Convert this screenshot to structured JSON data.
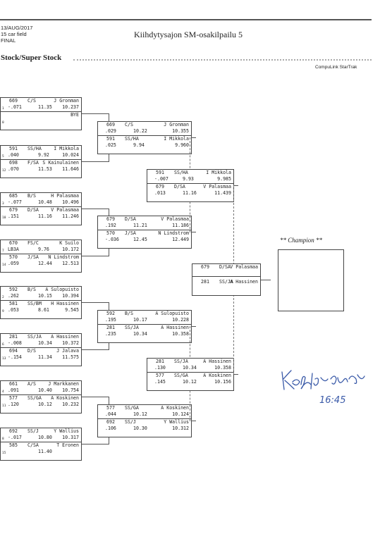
{
  "header": {
    "date": "13/AUG/2017",
    "field": "15 car field",
    "round": "FINAL",
    "event_title": "Kiihdytysajon SM-osakilpailu 5",
    "class_name": "Stock/Super Stock",
    "software": "CompuLink StarTrak"
  },
  "champion": {
    "label": "** Champion **"
  },
  "signature": {
    "text": "16:45"
  },
  "round1": [
    {
      "top": {
        "num": "669",
        "cls": "C/S",
        "name": "J Gronman",
        "lane": "1",
        "rt": "-.071",
        "et": "11.35",
        "mph": "10.237"
      },
      "bot": {
        "num": "",
        "cls": "",
        "name": "BYE",
        "lane": "0",
        "rt": "",
        "et": "",
        "mph": ""
      }
    },
    {
      "top": {
        "num": "591",
        "cls": "SS/HA",
        "name": "I Mikkola",
        "lane": "5",
        "rt": ".040",
        "et": "9.92",
        "mph": "10.024"
      },
      "bot": {
        "num": "698",
        "cls": "F/SA",
        "name": "S Kainulainen",
        "lane": "12",
        "rt": ".070",
        "et": "11.53",
        "mph": "11.646"
      }
    },
    {
      "top": {
        "num": "685",
        "cls": "B/S",
        "name": "H Palasmaa",
        "lane": "3",
        "rt": "-.077",
        "et": "10.48",
        "mph": "10.496"
      },
      "bot": {
        "num": "679",
        "cls": "D/SA",
        "name": "V Palasmaa",
        "lane": "10",
        "rt": ".151",
        "et": "11.16",
        "mph": "11.246"
      }
    },
    {
      "top": {
        "num": "670",
        "cls": "FS/C",
        "name": "K Suilo",
        "lane": "7",
        "rt": "LB3A",
        "et": "9.76",
        "mph": "10.172"
      },
      "bot": {
        "num": "570",
        "cls": "J/SA",
        "name": "N Lindstrom",
        "lane": "14",
        "rt": ".059",
        "et": "12.44",
        "mph": "12.513"
      }
    },
    {
      "top": {
        "num": "592",
        "cls": "B/S",
        "name": "A Sulopuisto",
        "lane": "2",
        "rt": ".262",
        "et": "10.15",
        "mph": "10.394"
      },
      "bot": {
        "num": "581",
        "cls": "SS/BM",
        "name": "H Hassinen",
        "lane": "9",
        "rt": ".053",
        "et": "8.61",
        "mph": "9.545"
      }
    },
    {
      "top": {
        "num": "281",
        "cls": "SS/JA",
        "name": "A Hassinen",
        "lane": "6",
        "rt": "-.008",
        "et": "10.34",
        "mph": "10.372"
      },
      "bot": {
        "num": "694",
        "cls": "D/S",
        "name": "J Jalava",
        "lane": "13",
        "rt": "-.154",
        "et": "11.34",
        "mph": "11.575"
      }
    },
    {
      "top": {
        "num": "661",
        "cls": "A/S",
        "name": "J Markkanen",
        "lane": "4",
        "rt": ".091",
        "et": "10.40",
        "mph": "10.754"
      },
      "bot": {
        "num": "577",
        "cls": "SS/GA",
        "name": "A Koskinen",
        "lane": "11",
        "rt": ".120",
        "et": "10.12",
        "mph": "10.232"
      }
    },
    {
      "top": {
        "num": "692",
        "cls": "SS/J",
        "name": "Y Wallius",
        "lane": "8",
        "rt": "-.017",
        "et": "10.80",
        "mph": "10.317"
      },
      "bot": {
        "num": "585",
        "cls": "C/SA",
        "name": "T Eronen",
        "lane": "15",
        "rt": "",
        "et": "11.40",
        "mph": ""
      }
    }
  ],
  "round2": [
    {
      "top": {
        "num": "669",
        "cls": "C/S",
        "name": "J Gronman",
        "rt": ".029",
        "et": "10.22",
        "mph": "10.355"
      },
      "bot": {
        "num": "591",
        "cls": "SS/HA",
        "name": "I Mikkola",
        "rt": ".025",
        "et": "9.94",
        "mph": "9.960"
      }
    },
    {
      "top": {
        "num": "679",
        "cls": "D/SA",
        "name": "V Palasmaa",
        "rt": ".192",
        "et": "11.21",
        "mph": "11.186"
      },
      "bot": {
        "num": "570",
        "cls": "J/SA",
        "name": "N Lindstrom",
        "rt": "-.036",
        "et": "12.45",
        "mph": "12.449"
      }
    },
    {
      "top": {
        "num": "592",
        "cls": "B/S",
        "name": "A Sulopuisto",
        "rt": ".195",
        "et": "10.17",
        "mph": "10.228"
      },
      "bot": {
        "num": "281",
        "cls": "SS/JA",
        "name": "A Hassinen",
        "rt": ".235",
        "et": "10.34",
        "mph": "10.358"
      }
    },
    {
      "top": {
        "num": "577",
        "cls": "SS/GA",
        "name": "A Koskinen",
        "rt": ".044",
        "et": "10.12",
        "mph": "10.124"
      },
      "bot": {
        "num": "692",
        "cls": "SS/J",
        "name": "Y Wallius",
        "rt": ".106",
        "et": "10.30",
        "mph": "10.312"
      }
    }
  ],
  "round3": [
    {
      "top": {
        "num": "591",
        "cls": "SS/HA",
        "name": "I Mikkola",
        "rt": "-.007",
        "et": "9.93",
        "mph": "9.985"
      },
      "bot": {
        "num": "679",
        "cls": "D/SA",
        "name": "V Palasmaa",
        "rt": ".013",
        "et": "11.16",
        "mph": "11.439"
      }
    },
    {
      "top": {
        "num": "281",
        "cls": "SS/JA",
        "name": "A Hassinen",
        "rt": ".130",
        "et": "10.34",
        "mph": "10.358"
      },
      "bot": {
        "num": "577",
        "cls": "SS/GA",
        "name": "A Koskinen",
        "rt": ".145",
        "et": "10.12",
        "mph": "10.156"
      }
    }
  ],
  "final": {
    "top": {
      "num": "679",
      "cls": "D/SA",
      "name": "V Palasmaa"
    },
    "bot": {
      "num": "281",
      "cls": "SS/JA",
      "name": "A Hassinen"
    }
  }
}
